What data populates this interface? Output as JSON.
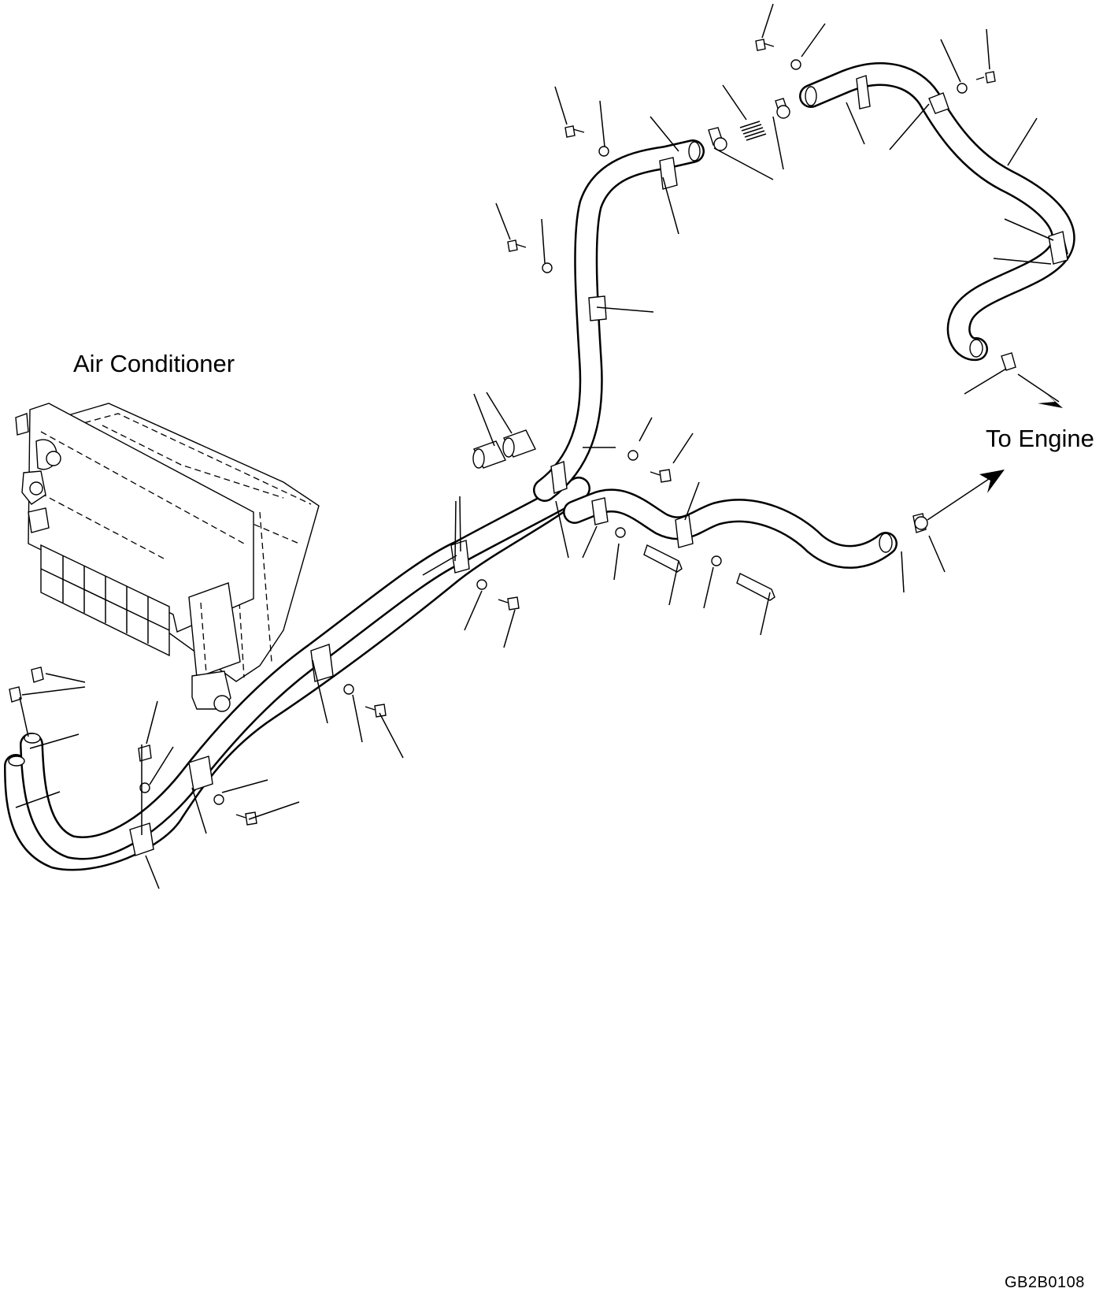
{
  "labels": {
    "air_conditioner": "Air Conditioner",
    "to_engine": "To Engine",
    "drawing_code": "GB2B0108"
  }
}
